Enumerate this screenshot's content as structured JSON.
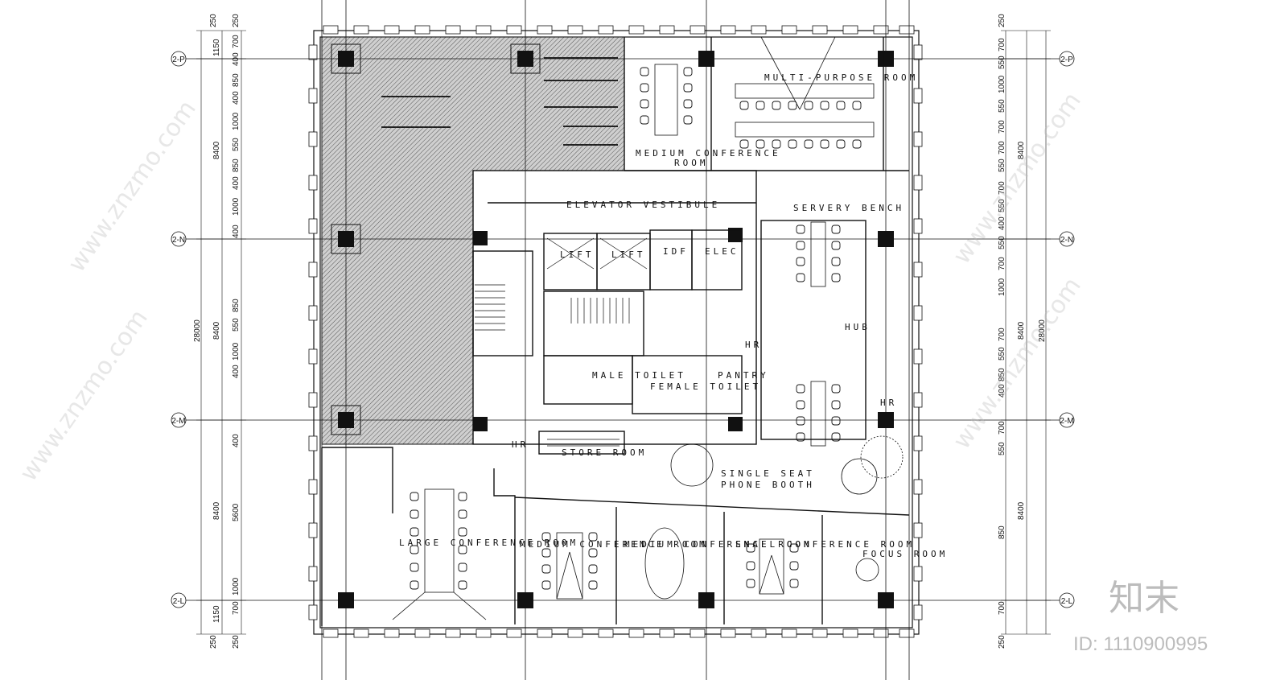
{
  "rooms": {
    "multi_purpose": "MULTI-PURPOSE ROOM",
    "medium_conf_1": "MEDIUM CONFERENCE",
    "medium_conf_2": "ROOM",
    "elevator": "ELEVATOR VESTIBULE",
    "servery": "SERVERY BENCH",
    "lift1": "LIFT",
    "lift2": "LIFT",
    "idf": "IDF",
    "elec": "ELEC",
    "hub": "HUB",
    "hr1": "HR",
    "hr2": "HR",
    "hr3": "HR",
    "male_toilet": "MALE TOILET",
    "pantry": "PANTRY",
    "female_toilet": "FEMALE TOILET",
    "store": "STORE ROOM",
    "phone_booth_1": "SINGLE SEAT",
    "phone_booth_2": "PHONE BOOTH",
    "large_conf": "LARGE CONFERENCE ROOM",
    "medium_conf_b1": "MEDIUM CONFERENCE ROOM",
    "medium_conf_b2": "MEDIUM CONFERENCE ROOM",
    "small_conf": "SMALL CONFERENCE ROOM",
    "focus": "FOCUS ROOM"
  },
  "grid_axes": {
    "left": [
      "2-P",
      "2-N",
      "2-M",
      "2-L"
    ],
    "right": [
      "2-P",
      "2-N",
      "2-M",
      "2-L"
    ]
  },
  "dimensions": {
    "total": "28000",
    "left_bays": [
      "8400",
      "8400",
      "8400"
    ],
    "left_edge": [
      "250",
      "1150",
      "1150",
      "250"
    ],
    "left_inner": [
      "1000",
      "5600",
      "400"
    ],
    "left_small": [
      "250",
      "700",
      "400",
      "850",
      "400",
      "1000",
      "550",
      "850",
      "400",
      "1000",
      "400",
      "850",
      "550",
      "1000",
      "400",
      "700",
      "250"
    ],
    "right_bays": [
      "8400",
      "8400",
      "8400"
    ],
    "right_small": [
      "250",
      "700",
      "550",
      "1000",
      "550",
      "700",
      "700",
      "550",
      "700",
      "550",
      "400",
      "550",
      "700",
      "1000",
      "700",
      "550",
      "850",
      "400",
      "700",
      "550",
      "850",
      "700",
      "250"
    ]
  },
  "watermark": {
    "site": "www.znzmo.com",
    "brand": "知末",
    "id_label": "ID: 1110900995"
  }
}
